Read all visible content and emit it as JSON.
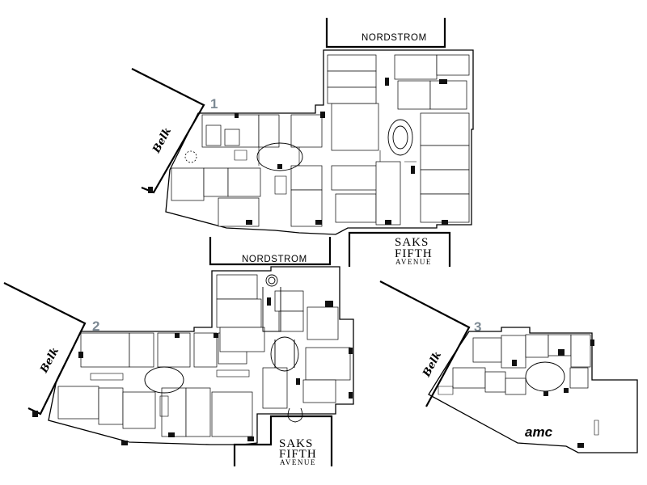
{
  "levels": [
    {
      "number": "1",
      "anchors": {
        "top": "NORDSTROM",
        "left": "Belk",
        "bottom": [
          "SAKS",
          "FIFTH",
          "AVENUE"
        ]
      }
    },
    {
      "number": "2",
      "anchors": {
        "top": "NORDSTROM",
        "left": "Belk",
        "bottom": [
          "SAKS",
          "FIFTH",
          "AVENUE"
        ]
      }
    },
    {
      "number": "3",
      "anchors": {
        "left": "Belk",
        "bottom_right": "amc"
      }
    }
  ],
  "colors": {
    "level_number": "#7d8a94",
    "lines": "#000000",
    "background": "#ffffff"
  }
}
